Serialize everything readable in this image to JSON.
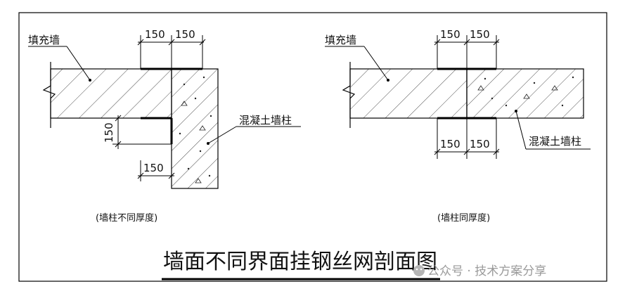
{
  "left_detail": {
    "fill_wall_label": "填充墙",
    "column_label": "混凝土墙柱",
    "dim_top": [
      "150",
      "150"
    ],
    "dim_side": "150",
    "dim_bottom": "150",
    "caption": "(墙柱不同厚度)"
  },
  "right_detail": {
    "fill_wall_label": "填充墙",
    "column_label": "混凝土墙柱",
    "dim_top": [
      "150",
      "150"
    ],
    "dim_bottom": [
      "150",
      "150"
    ],
    "caption": "(墙柱同厚度)"
  },
  "title": "墙面不同界面挂钢丝网剖面图",
  "watermark": "公众号 · 技术方案分享"
}
